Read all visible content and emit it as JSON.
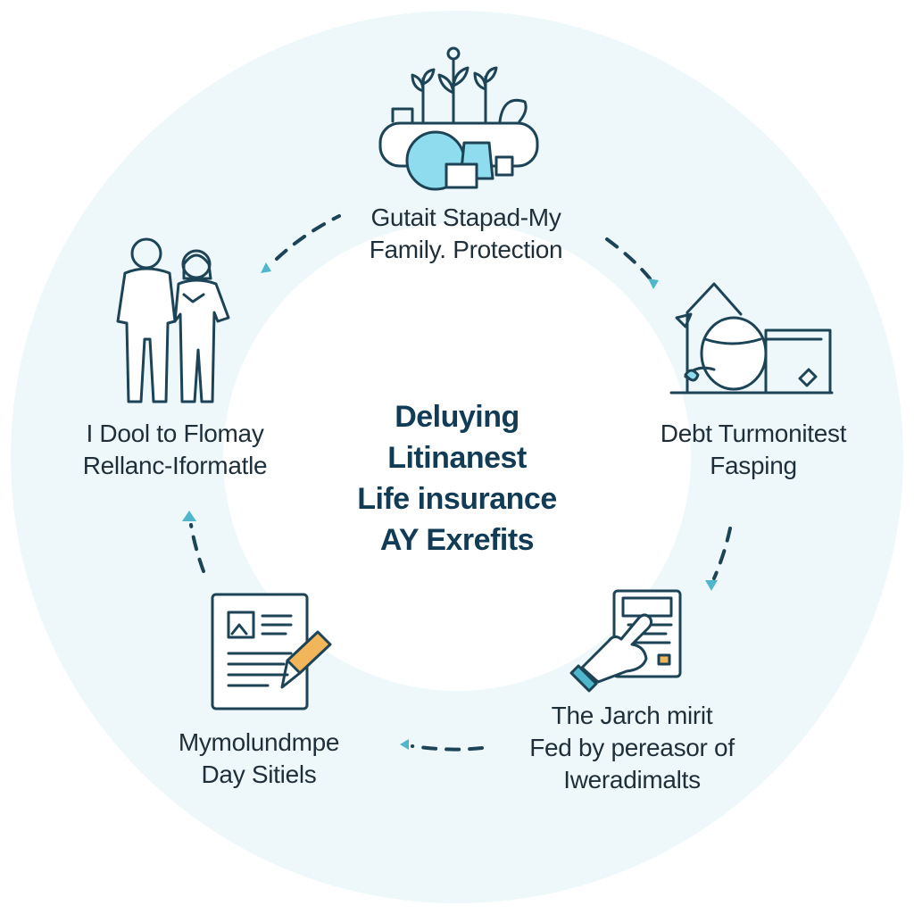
{
  "colors": {
    "stroke": "#1d4356",
    "accent": "#8fdcef",
    "accent_dark": "#4fb6cc",
    "ring": "#eef8fb",
    "ring_edge": "#dff1f6",
    "text": "#1f2f3a",
    "title": "#123c55",
    "pencil": "#f2b65a"
  },
  "center": {
    "lines": [
      "Deluying",
      "Litinanest",
      "Life insurance",
      "AY Exrefits"
    ]
  },
  "nodes": [
    {
      "id": "top",
      "icon": "garden-icon",
      "lines": [
        "Gutait Stapad-My",
        "Family. Protection"
      ]
    },
    {
      "id": "right",
      "icon": "house-icon",
      "lines": [
        "Debt Turmonitest",
        "Fasping"
      ]
    },
    {
      "id": "bottom-right",
      "icon": "tablet-hand-icon",
      "lines": [
        "The Jarch mirit",
        "Fed by pereasor of",
        "Iweradimalts"
      ]
    },
    {
      "id": "bottom-left",
      "icon": "document-pencil-icon",
      "lines": [
        "Mymolundmpe",
        "Day Sitiels"
      ]
    },
    {
      "id": "left",
      "icon": "family-icon",
      "lines": [
        "I Dool to Flomay",
        "Rellanc-Iformatle"
      ]
    }
  ]
}
